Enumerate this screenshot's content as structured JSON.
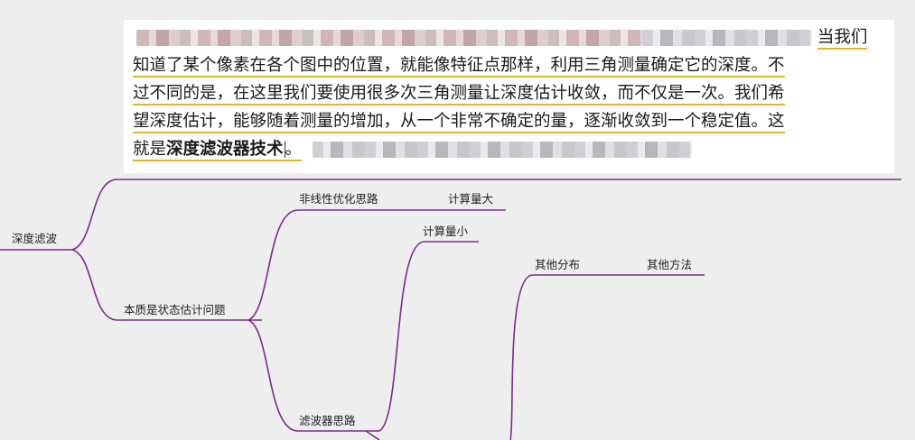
{
  "quote": {
    "line1_end": "当我们",
    "line2": "知道了某个像素在各个图中的位置，就能像特征点那样，利用三角测量确定它的深度。不",
    "line3": "过不同的是，在这里我们要使用很多次三角测量让深度估计收敛，而不仅是一次。我们希",
    "line4": "望深度估计，能够随着测量的增加，从一个非常不确定的量，逐渐收敛到一个稳定值。这",
    "line5_prefix": "就是",
    "line5_bold": "深度滤波器技术",
    "line5_suffix": "。"
  },
  "mindmap": {
    "root": "深度滤波",
    "essence": "本质是状态估计问题",
    "nonlinear": "非线性优化思路",
    "compute_large": "计算量大",
    "compute_small": "计算量小",
    "filter": "滤波器思路",
    "other_dist": "其他分布",
    "other_method": "其他方法"
  },
  "colors": {
    "branch": "#7b2a8c",
    "underline": "#e3b52e",
    "background": "#eeeeee"
  }
}
